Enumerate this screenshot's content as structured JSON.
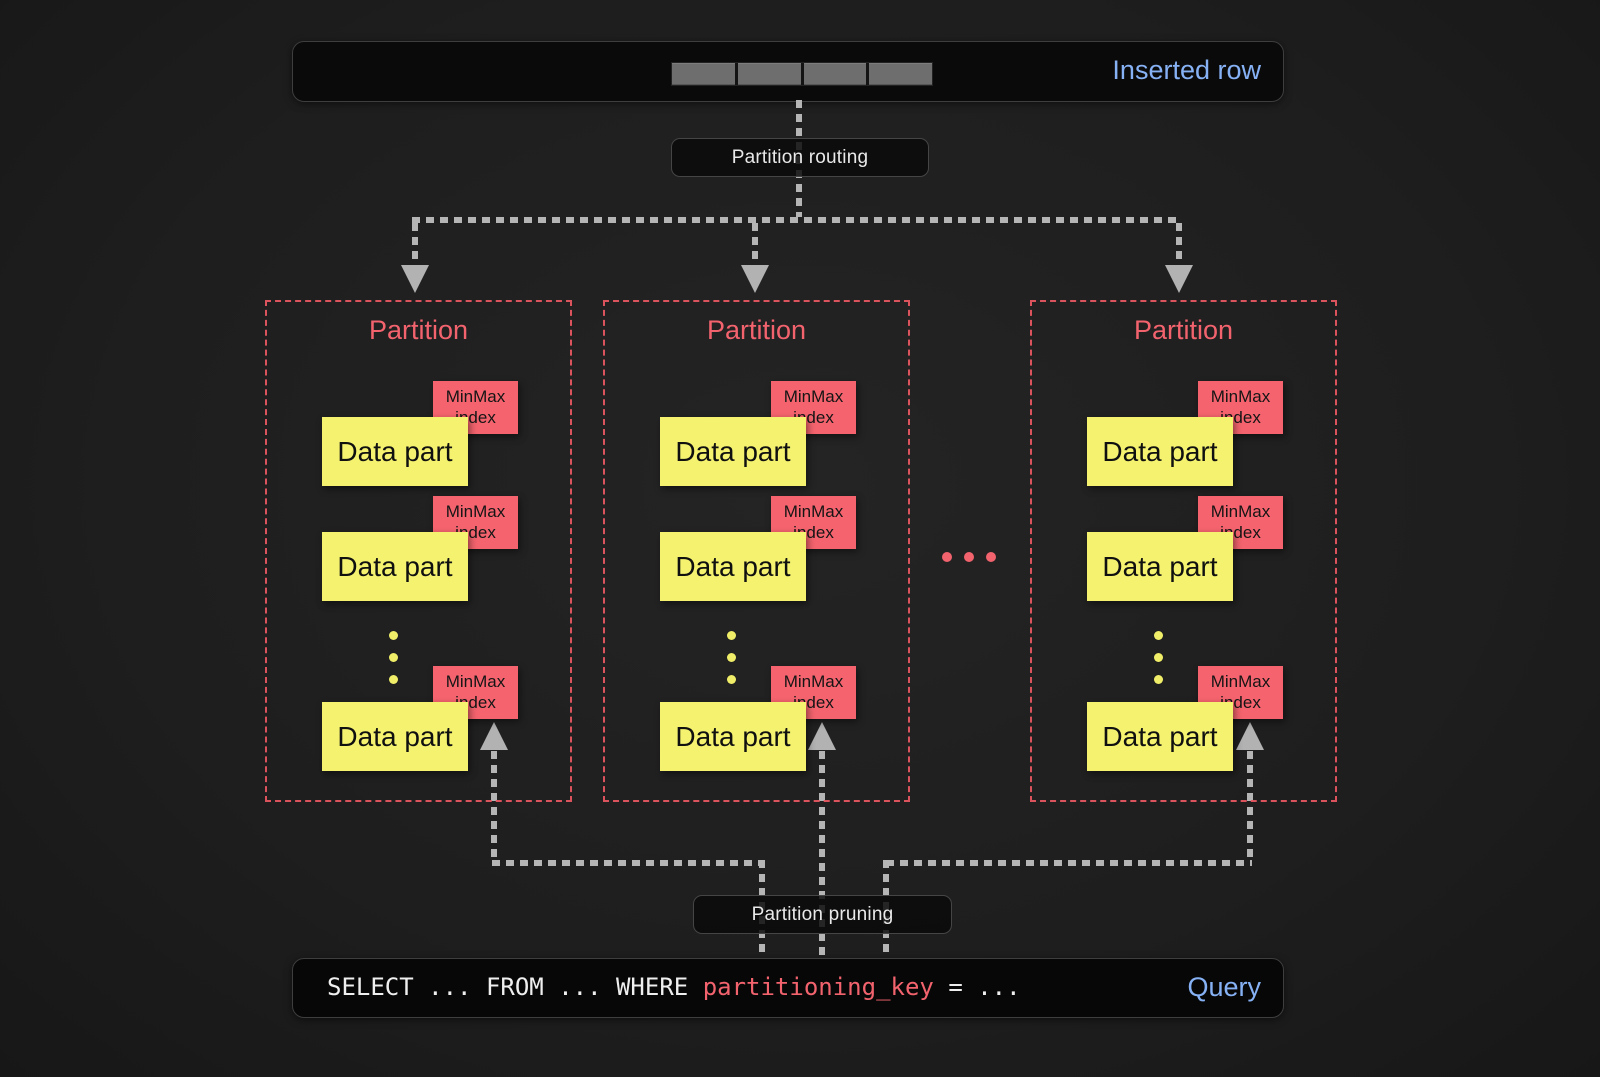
{
  "inserted_row": {
    "label": "Inserted row",
    "segment_count": 4
  },
  "routing": {
    "label": "Partition routing"
  },
  "pruning": {
    "label": "Partition pruning"
  },
  "partitions": [
    {
      "title": "Partition",
      "parts": [
        {
          "label": "Data part",
          "tag": "MinMax index"
        },
        {
          "label": "Data part",
          "tag": "MinMax index"
        },
        {
          "label": "Data part",
          "tag": "MinMax index"
        }
      ]
    },
    {
      "title": "Partition",
      "parts": [
        {
          "label": "Data part",
          "tag": "MinMax index"
        },
        {
          "label": "Data part",
          "tag": "MinMax index"
        },
        {
          "label": "Data part",
          "tag": "MinMax index"
        }
      ]
    },
    {
      "title": "Partition",
      "parts": [
        {
          "label": "Data part",
          "tag": "MinMax index"
        },
        {
          "label": "Data part",
          "tag": "MinMax index"
        },
        {
          "label": "Data part",
          "tag": "MinMax index"
        }
      ]
    }
  ],
  "query": {
    "sql_prefix": "SELECT ... FROM ... WHERE ",
    "key": "partitioning_key",
    "sql_suffix": " = ...",
    "label": "Query"
  },
  "colors": {
    "accent_red": "#f2636e",
    "minmax_red": "#f5646e",
    "data_part_yellow": "#f4f26f",
    "accent_blue": "#86b1f4",
    "arrow_gray": "#b2b2b2",
    "partition_border_red": "#eb5862",
    "box_background": "#0a0a0a",
    "page_background": "#1e1e1e"
  }
}
